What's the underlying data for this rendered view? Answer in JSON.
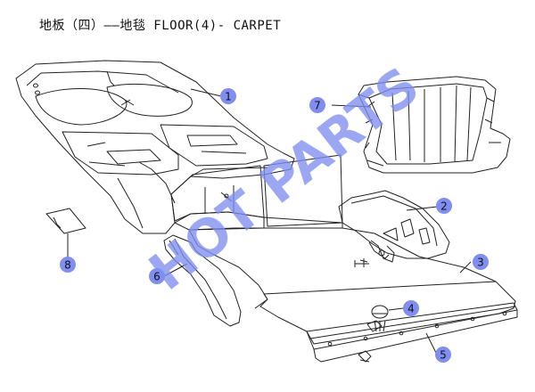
{
  "title": "地板（四）——地毯 FLOOR(4)- CARPET",
  "watermark": "HOT PARTS",
  "callouts": [
    "1",
    "2",
    "3",
    "4",
    "5",
    "6",
    "7",
    "8"
  ],
  "colors": {
    "line": "#222222",
    "callout_fill": "#7f8ef0",
    "watermark": "#7f8ef0"
  }
}
